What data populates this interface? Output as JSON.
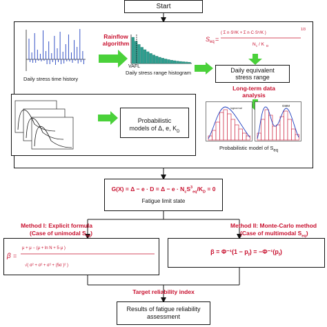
{
  "flow": {
    "start": "Start",
    "daily_stress_time_history": "Daily stress time history",
    "rainflow": "Rainflow\nalgorithm",
    "vafl": "VAFL",
    "histogram_caption": "Daily stress range histogram",
    "daily_equiv_stress": "Daily equivalent\nstress range",
    "long_term": "Long-term data\nanalysis",
    "lognormal_label": "Lognormal\ndistribution",
    "gmm_label": "GMM",
    "prob_model_seq": "Probabilistic model of S",
    "prob_models": "Probabilistic\nmodels of Δ, e, K",
    "limit_state_eq": "G(X) = Δ − e · D = Δ − e · N",
    "limit_state_caption": "Fatigue limit state",
    "method1_title": "Method I: Explicit formula",
    "method1_sub": "(Case of unimodal S",
    "method2_title": "Method II: Monte-Carlo method",
    "method2_sub": "(Case of multimodal S",
    "method2_eq": "β = Φ⁻¹(1 − p",
    "target_index": "Target reliability index",
    "results": "Results of fatigue reliability\nassessment"
  },
  "colors": {
    "red": "#c8102e",
    "green": "#4ad13a",
    "blue": "#1f3fbf",
    "teal": "#2e9e8f"
  }
}
